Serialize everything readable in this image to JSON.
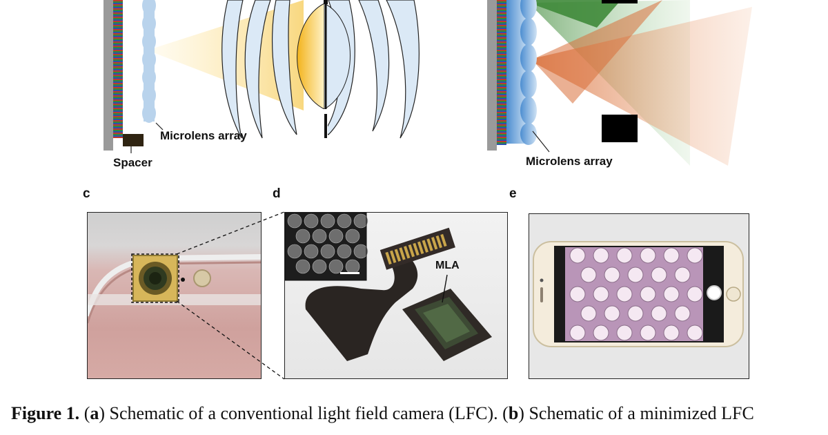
{
  "panel_a": {
    "microlens_label": "Microlens array",
    "spacer_label": "Spacer"
  },
  "panel_b": {
    "microlens_label": "Microlens array"
  },
  "panel_letters": {
    "c": "c",
    "d": "d",
    "e": "e"
  },
  "panel_d": {
    "mla_label": "MLA"
  },
  "caption": {
    "figure_label": "Figure 1.",
    "a_open": " (",
    "a_letter": "a",
    "a_text": ") Schematic of a conventional light field camera (LFC). (",
    "b_letter": "b",
    "b_text": ") Schematic of a minimized LFC"
  },
  "colors": {
    "sensor_gray": "#9a9a9a",
    "microlens_blue": "#b9d3ec",
    "light_yellow": "#f6c84c",
    "green_cone": "#3f8a3a",
    "orange_cone": "#d9703a",
    "spacer_brown": "#2f2412"
  }
}
